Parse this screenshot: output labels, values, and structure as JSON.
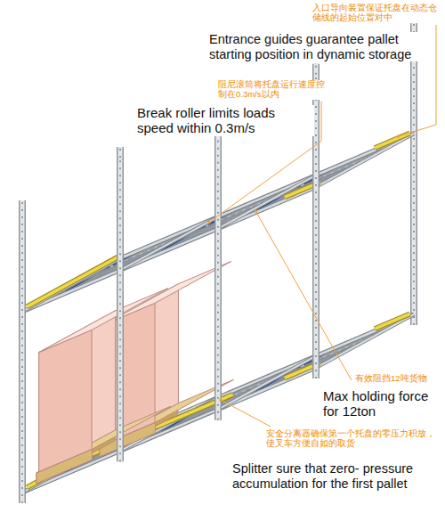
{
  "diagram": {
    "labels": [
      "入口导向装置保证托盘在动态仓储线的起始位置对中",
      "Entrance guides guarantee pallet starting position in dynamic storage",
      "阻尼滚筒将托盘运行速度控制在0.3m/s以内",
      "Break roller limits loads speed within 0.3m/s",
      "有效阻挡12吨货物",
      "Max holding force for 12ton",
      "安全分离器确保第一个托盘的零压力积放，使叉车方便自如的取货",
      "Splitter sure that zero- pressure accumulation for the first pallet"
    ]
  }
}
